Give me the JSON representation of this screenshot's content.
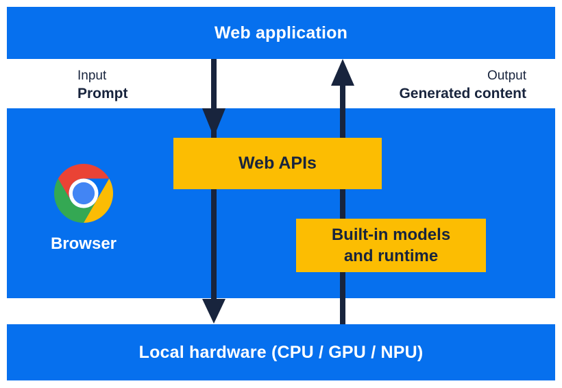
{
  "colors": {
    "layer_blue": "#0670EE",
    "box_yellow": "#FCBD02",
    "ink_navy": "#18243D",
    "text_white": "#FFFFFF",
    "chrome_red": "#EA4335",
    "chrome_yellow": "#FBBC04",
    "chrome_green": "#34A853",
    "chrome_blue": "#4285F4"
  },
  "layers": {
    "web_application": {
      "label": "Web application"
    },
    "browser": {
      "label": "Browser"
    },
    "local_hardware": {
      "label": "Local hardware (CPU / GPU / NPU)"
    }
  },
  "flow": {
    "input": {
      "title": "Input",
      "value": "Prompt",
      "direction": "down"
    },
    "output": {
      "title": "Output",
      "value": "Generated content",
      "direction": "up"
    }
  },
  "boxes": {
    "web_apis": {
      "label": "Web APIs"
    },
    "builtin_models": {
      "label": "Built-in models\nand runtime"
    }
  },
  "icons": {
    "chrome_logo": "chrome-browser-logo"
  }
}
